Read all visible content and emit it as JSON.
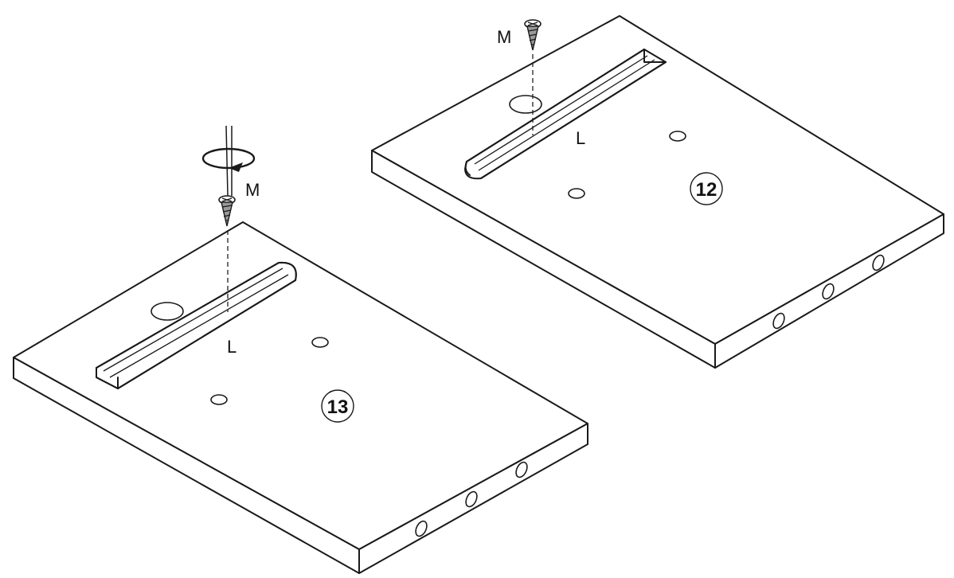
{
  "labels": {
    "screw_left": "M",
    "screw_right": "M",
    "rail_left": "L",
    "rail_right": "L"
  },
  "panels": {
    "left_number": "13",
    "right_number": "12"
  }
}
